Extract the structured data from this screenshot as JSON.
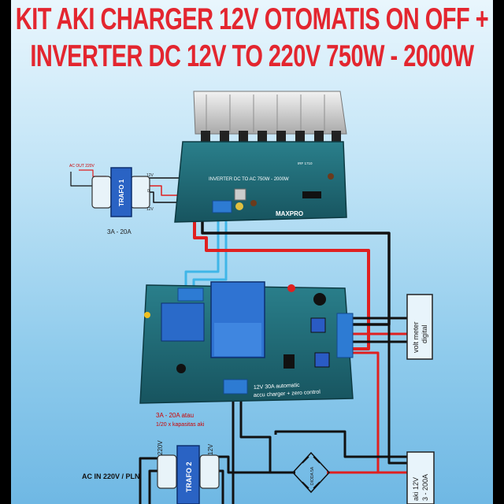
{
  "title": {
    "line1": "KIT AKI CHARGER 12V OTOMATIS ON OFF +",
    "line2": "INVERTER DC 12V  TO 220V 750W - 2000W"
  },
  "inverter": {
    "trafo_label": "TRAFO 1",
    "ac_out": "AC OUT 220V",
    "tap_top": "12V",
    "tap_mid": "0",
    "tap_bot": "12V",
    "rating": "3A - 20A",
    "board_text": "INVERTER DC TO AC 750W - 2000W",
    "brand": "MAXPRO",
    "chip_text": "IRF 1710"
  },
  "charger": {
    "board_line1": "12V 30A automatic",
    "board_line2": "accu charger + zero control",
    "note_line1": "3A - 20A atau",
    "note_line2": "1/20 x kapasitas aki"
  },
  "voltmeter": {
    "line1": "volt meter",
    "line2": "digital"
  },
  "supply": {
    "ac_in": "AC IN 220V / PLN",
    "trafo_label": "TRAFO 2",
    "v_in": "220V",
    "v_out": "12V"
  },
  "rectifier": {
    "label": "DIODA 5A"
  },
  "battery": {
    "line1": "aki 12V",
    "line2": "3 - 200A"
  },
  "colors": {
    "title": "#e3262f",
    "board": "#1f6e7a",
    "wire_red": "#e02020",
    "wire_black": "#111111",
    "wire_blue": "#3fb6e8"
  }
}
